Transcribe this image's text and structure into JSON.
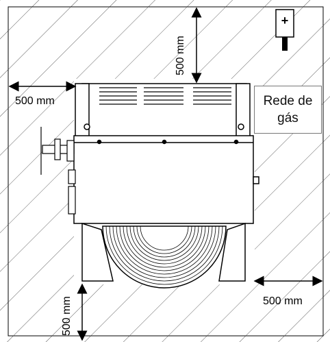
{
  "diagram": {
    "dimensions": {
      "top": "500 mm",
      "left": "500 mm",
      "right": "500 mm",
      "bottom": "500 mm"
    },
    "gas_network": {
      "line1": "Rede de",
      "line2": "gás"
    },
    "power_symbol": "+",
    "colors": {
      "hatch": "#555555",
      "line": "#000000",
      "background": "#ffffff"
    }
  }
}
